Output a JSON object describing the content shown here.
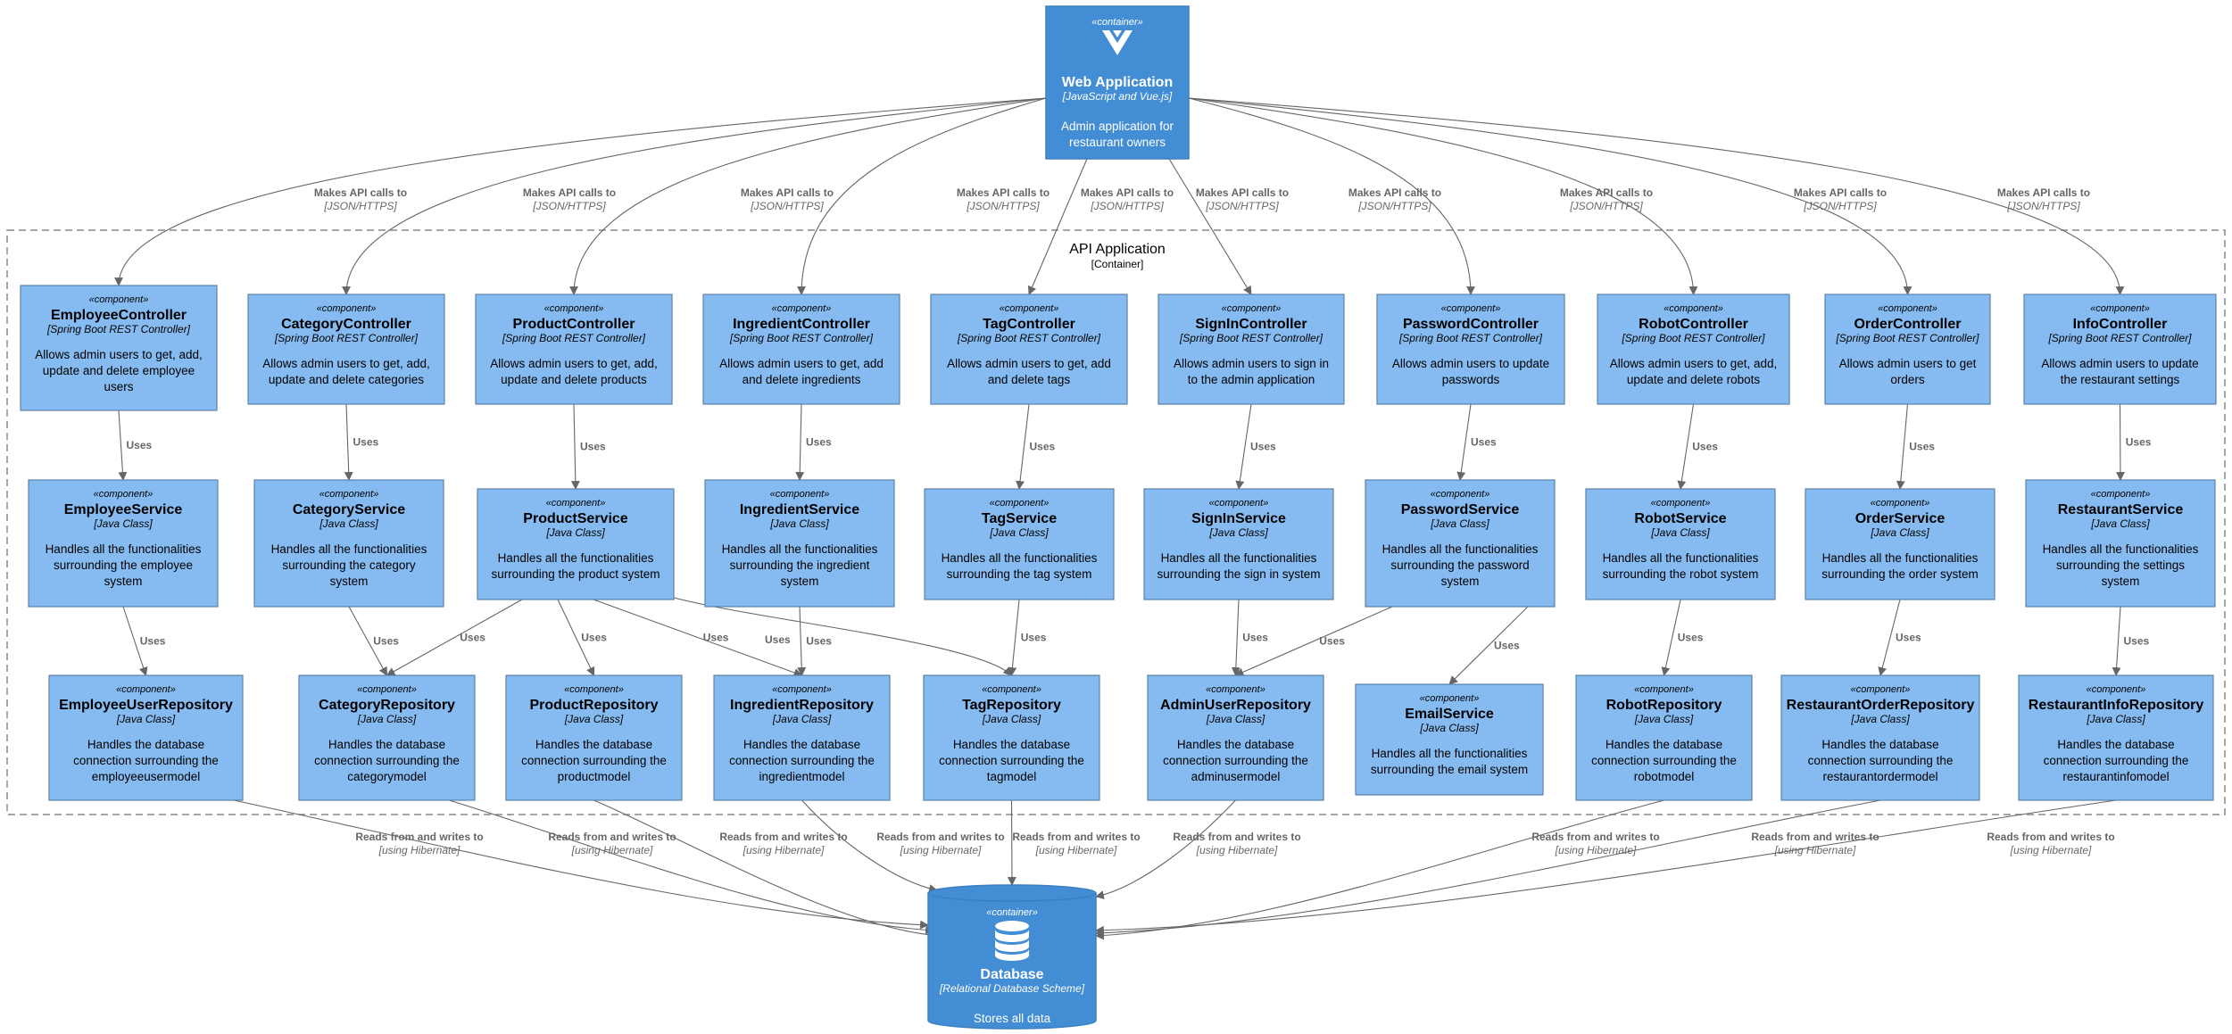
{
  "colors": {
    "component_fill": "#85BBF0",
    "component_stroke": "#5D82A8",
    "container_fill": "#438DD5",
    "container_stroke": "#3C7FC0",
    "arrow": "#666666",
    "boundary": "#888888"
  },
  "boundary": {
    "title": "API Application",
    "type": "[Container]"
  },
  "web_app": {
    "stereotype": "«container»",
    "name": "Web Application",
    "tech": "[JavaScript and Vue.js]",
    "desc": [
      "Admin application for",
      "restaurant owners"
    ],
    "icon": "vue-logo-icon"
  },
  "database": {
    "stereotype": "«container»",
    "name": "Database",
    "tech": "[Relational Database Scheme]",
    "desc": [
      "Stores all data"
    ],
    "icon": "database-icon"
  },
  "controllers": [
    {
      "key": "employee-controller",
      "stereotype": "«component»",
      "name": "EmployeeController",
      "tech": "[Spring Boot REST Controller]",
      "desc": [
        "Allows admin users to get, add,",
        "update and delete employee",
        "users"
      ]
    },
    {
      "key": "category-controller",
      "stereotype": "«component»",
      "name": "CategoryController",
      "tech": "[Spring Boot REST Controller]",
      "desc": [
        "Allows admin users to get, add,",
        "update and delete categories"
      ]
    },
    {
      "key": "product-controller",
      "stereotype": "«component»",
      "name": "ProductController",
      "tech": "[Spring Boot REST Controller]",
      "desc": [
        "Allows admin users to get, add,",
        "update and delete products"
      ]
    },
    {
      "key": "ingredient-controller",
      "stereotype": "«component»",
      "name": "IngredientController",
      "tech": "[Spring Boot REST Controller]",
      "desc": [
        "Allows admin users to get, add",
        "and delete ingredients"
      ]
    },
    {
      "key": "tag-controller",
      "stereotype": "«component»",
      "name": "TagController",
      "tech": "[Spring Boot REST Controller]",
      "desc": [
        "Allows admin users to get, add",
        "and delete tags"
      ]
    },
    {
      "key": "signin-controller",
      "stereotype": "«component»",
      "name": "SignInController",
      "tech": "[Spring Boot REST Controller]",
      "desc": [
        "Allows admin users to sign in",
        "to the admin application"
      ]
    },
    {
      "key": "password-controller",
      "stereotype": "«component»",
      "name": "PasswordController",
      "tech": "[Spring Boot REST Controller]",
      "desc": [
        "Allows admin users to update",
        "passwords"
      ]
    },
    {
      "key": "robot-controller",
      "stereotype": "«component»",
      "name": "RobotController",
      "tech": "[Spring Boot REST Controller]",
      "desc": [
        "Allows admin users to get, add,",
        "update and delete robots"
      ]
    },
    {
      "key": "order-controller",
      "stereotype": "«component»",
      "name": "OrderController",
      "tech": "[Spring Boot REST Controller]",
      "desc": [
        "Allows admin users to get",
        "orders"
      ]
    },
    {
      "key": "info-controller",
      "stereotype": "«component»",
      "name": "InfoController",
      "tech": "[Spring Boot REST Controller]",
      "desc": [
        "Allows admin users to update",
        "the restaurant settings"
      ]
    }
  ],
  "services": [
    {
      "key": "employee-service",
      "stereotype": "«component»",
      "name": "EmployeeService",
      "tech": "[Java Class]",
      "desc": [
        "Handles all the functionalities",
        "surrounding the employee",
        "system"
      ]
    },
    {
      "key": "category-service",
      "stereotype": "«component»",
      "name": "CategoryService",
      "tech": "[Java Class]",
      "desc": [
        "Handles all the functionalities",
        "surrounding the category",
        "system"
      ]
    },
    {
      "key": "product-service",
      "stereotype": "«component»",
      "name": "ProductService",
      "tech": "[Java Class]",
      "desc": [
        "Handles all the functionalities",
        "surrounding the product system"
      ]
    },
    {
      "key": "ingredient-service",
      "stereotype": "«component»",
      "name": "IngredientService",
      "tech": "[Java Class]",
      "desc": [
        "Handles all the functionalities",
        "surrounding the ingredient",
        "system"
      ]
    },
    {
      "key": "tag-service",
      "stereotype": "«component»",
      "name": "TagService",
      "tech": "[Java Class]",
      "desc": [
        "Handles all the functionalities",
        "surrounding the tag system"
      ]
    },
    {
      "key": "signin-service",
      "stereotype": "«component»",
      "name": "SignInService",
      "tech": "[Java Class]",
      "desc": [
        "Handles all the functionalities",
        "surrounding the sign in system"
      ]
    },
    {
      "key": "password-service",
      "stereotype": "«component»",
      "name": "PasswordService",
      "tech": "[Java Class]",
      "desc": [
        "Handles all the functionalities",
        "surrounding the password",
        "system"
      ]
    },
    {
      "key": "robot-service",
      "stereotype": "«component»",
      "name": "RobotService",
      "tech": "[Java Class]",
      "desc": [
        "Handles all the functionalities",
        "surrounding the robot system"
      ]
    },
    {
      "key": "order-service",
      "stereotype": "«component»",
      "name": "OrderService",
      "tech": "[Java Class]",
      "desc": [
        "Handles all the functionalities",
        "surrounding the order system"
      ]
    },
    {
      "key": "restaurant-service",
      "stereotype": "«component»",
      "name": "RestaurantService",
      "tech": "[Java Class]",
      "desc": [
        "Handles all the functionalities",
        "surrounding the settings",
        "system"
      ]
    }
  ],
  "repositories": [
    {
      "key": "employee-user-repository",
      "stereotype": "«component»",
      "name": "EmployeeUserRepository",
      "tech": "[Java Class]",
      "desc": [
        "Handles the database",
        "connection surrounding the",
        "employeeusermodel"
      ]
    },
    {
      "key": "category-repository",
      "stereotype": "«component»",
      "name": "CategoryRepository",
      "tech": "[Java Class]",
      "desc": [
        "Handles the database",
        "connection surrounding the",
        "categorymodel"
      ]
    },
    {
      "key": "product-repository",
      "stereotype": "«component»",
      "name": "ProductRepository",
      "tech": "[Java Class]",
      "desc": [
        "Handles the database",
        "connection surrounding the",
        "productmodel"
      ]
    },
    {
      "key": "ingredient-repository",
      "stereotype": "«component»",
      "name": "IngredientRepository",
      "tech": "[Java Class]",
      "desc": [
        "Handles the database",
        "connection surrounding the",
        "ingredientmodel"
      ]
    },
    {
      "key": "tag-repository",
      "stereotype": "«component»",
      "name": "TagRepository",
      "tech": "[Java Class]",
      "desc": [
        "Handles the database",
        "connection surrounding the",
        "tagmodel"
      ]
    },
    {
      "key": "admin-user-repository",
      "stereotype": "«component»",
      "name": "AdminUserRepository",
      "tech": "[Java Class]",
      "desc": [
        "Handles the database",
        "connection surrounding the",
        "adminusermodel"
      ]
    },
    {
      "key": "email-service",
      "stereotype": "«component»",
      "name": "EmailService",
      "tech": "[Java Class]",
      "desc": [
        "Handles all the functionalities",
        "surrounding the email system"
      ]
    },
    {
      "key": "robot-repository",
      "stereotype": "«component»",
      "name": "RobotRepository",
      "tech": "[Java Class]",
      "desc": [
        "Handles the database",
        "connection surrounding the",
        "robotmodel"
      ]
    },
    {
      "key": "restaurant-order-repository",
      "stereotype": "«component»",
      "name": "RestaurantOrderRepository",
      "tech": "[Java Class]",
      "desc": [
        "Handles the database",
        "connection surrounding the",
        "restaurantordermodel"
      ]
    },
    {
      "key": "restaurant-info-repository",
      "stereotype": "«component»",
      "name": "RestaurantInfoRepository",
      "tech": "[Java Class]",
      "desc": [
        "Handles the database",
        "connection surrounding the",
        "restaurantinfomodel"
      ]
    }
  ],
  "relations": {
    "api_label": "Makes API calls to",
    "api_tech": "[JSON/HTTPS]",
    "uses_label": "Uses",
    "db_label": "Reads from and writes to",
    "db_tech": "[using Hibernate]"
  }
}
